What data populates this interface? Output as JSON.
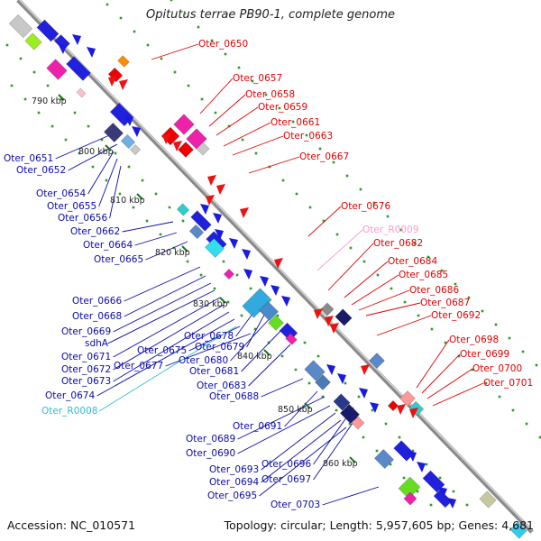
{
  "header": {
    "title": "Opitutus terrae PB90-1, complete genome"
  },
  "footer": {
    "accession": "Accession: NC_010571",
    "summary": "Topology: circular; Length: 5,957,605 bp; Genes: 4,681"
  },
  "colors": {
    "backbone": "#8a8a8a",
    "scale_dots": "#2e9a2e",
    "left_label": "#0a0aa8",
    "right_label": "#e00000",
    "rna_left": "#33bbcc",
    "rna_right": "#ff99cc"
  },
  "kbp_ticks": [
    "790 kbp",
    "800 kbp",
    "810 kbp",
    "820 kbp",
    "830 kbp",
    "840 kbp",
    "850 kbp",
    "860 kbp"
  ],
  "left_labels": [
    "Oter_0651",
    "Oter_0652",
    "Oter_0654",
    "Oter_0655",
    "Oter_0656",
    "Oter_0662",
    "Oter_0664",
    "Oter_0665",
    "Oter_0666",
    "Oter_0668",
    "Oter_0669",
    "sdhA",
    "Oter_0671",
    "Oter_0672",
    "Oter_0673",
    "Oter_0674",
    "Oter_0675",
    "Oter_0677",
    "Oter_0678",
    "Oter_0679",
    "Oter_0680",
    "Oter_0681",
    "Oter_0683",
    "Oter_0688",
    "Oter_0691",
    "Oter_0689",
    "Oter_0690",
    "Oter_0693",
    "Oter_0694",
    "Oter_0695",
    "Oter_0696",
    "Oter_0697",
    "Oter_0703",
    "Oter_R0008"
  ],
  "right_labels": [
    "Oter_0650",
    "Oter_0657",
    "Oter_0658",
    "Oter_0659",
    "Oter_0661",
    "Oter_0663",
    "Oter_0667",
    "Oter_0676",
    "Oter_R0009",
    "Oter_0682",
    "Oter_0684",
    "Oter_0685",
    "Oter_0686",
    "Oter_0687",
    "Oter_0692",
    "Oter_0698",
    "Oter_0699",
    "Oter_0700",
    "Oter_0701"
  ]
}
